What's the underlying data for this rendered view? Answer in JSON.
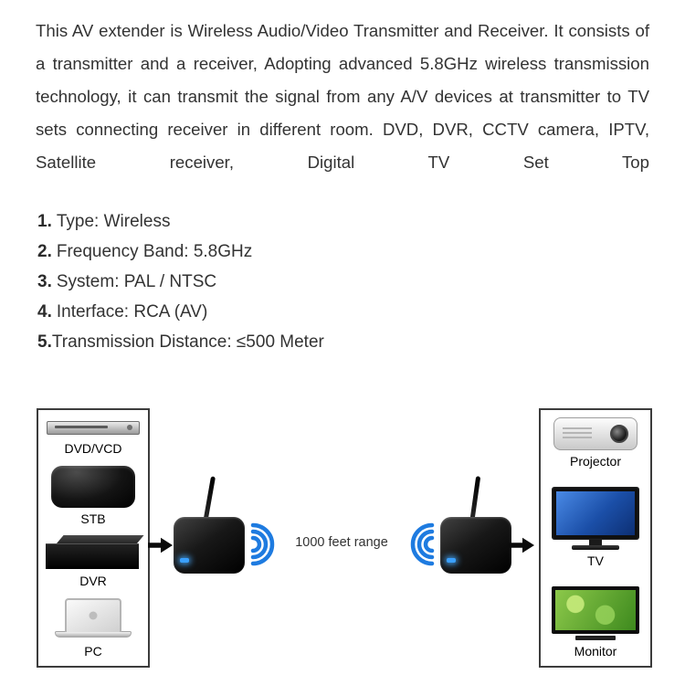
{
  "description": {
    "text": "This AV extender is Wireless Audio/Video Transmitter and Receiver. It consists of a transmitter and a receiver, Adopting advanced 5.8GHz wireless transmission technology, it can transmit the signal from any A/V devices at transmitter to TV sets connecting receiver in different room. DVD, DVR, CCTV camera, IPTV, Satellite receiver, Digital TV Set Top"
  },
  "specs": [
    {
      "num": "1.",
      "text": "Type: Wireless"
    },
    {
      "num": "2.",
      "text": "Frequency Band: 5.8GHz"
    },
    {
      "num": "3.",
      "text": "System: PAL / NTSC"
    },
    {
      "num": "4.",
      "text": "Interface: RCA (AV)"
    },
    {
      "num": "5.",
      "text": "Transmission Distance: ≤500 Meter"
    }
  ],
  "diagram": {
    "range_label": "1000 feet range",
    "source_devices": [
      {
        "label": "DVD/VCD"
      },
      {
        "label": "STB"
      },
      {
        "label": "DVR"
      },
      {
        "label": "PC"
      }
    ],
    "output_devices": [
      {
        "label": "Projector"
      },
      {
        "label": "TV"
      },
      {
        "label": "Monitor"
      }
    ],
    "colors": {
      "wave_blue": "#1e7be0",
      "led_blue": "#3aa0ff"
    }
  }
}
